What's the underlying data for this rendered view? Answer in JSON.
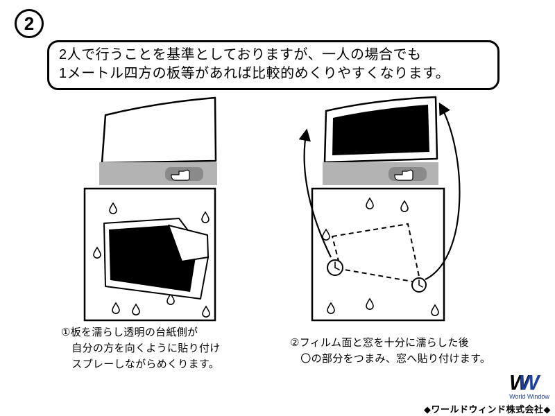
{
  "step_number": "2",
  "bubble": {
    "line1": "2人で行うことを基準としておりますが、一人の場合でも",
    "line2": "1メートル四方の板等があれば比較的めくりやすくなります。"
  },
  "captions": {
    "left_line1": "①板を濡らし透明の台紙側が",
    "left_line2": "　自分の方を向くように貼り付け",
    "left_line3": "　スプレーしながらめくります。",
    "right_line1": "②フィルム面と窓を十分に濡らした後",
    "right_line2": "　〇の部分をつまみ、窓へ貼り付けます。"
  },
  "footer": {
    "logo_letters": "W",
    "logo_subtitle": "World Window",
    "company": "◆ワールドウィンド株式会社◆"
  },
  "colors": {
    "logo_blue": "#1c3f9e",
    "bar_gray": "#b3b3b3",
    "bar_dark": "#8a8a8a",
    "ink": "#000000"
  }
}
